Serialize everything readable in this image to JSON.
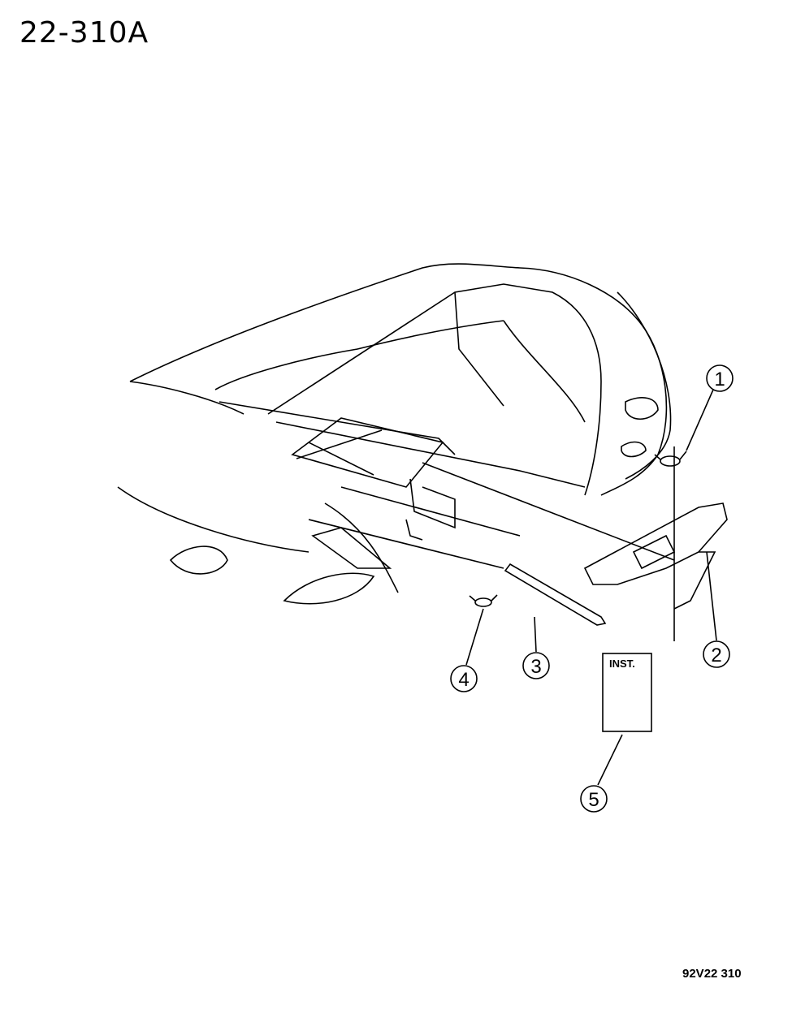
{
  "diagram_id": "22-310A",
  "drawing_code": "92V22 310",
  "instruction_label": "INST.",
  "callouts": [
    "1",
    "2",
    "3",
    "4",
    "5"
  ],
  "colors": {
    "line": "#000000",
    "background": "#ffffff"
  }
}
